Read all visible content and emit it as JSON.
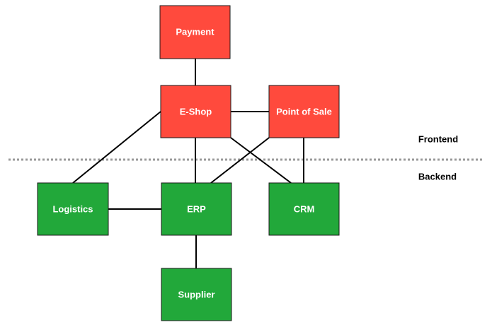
{
  "colors": {
    "frontend_node": "#ff4a3d",
    "backend_node": "#22a83a",
    "node_text": "#ffffff",
    "edge": "#000000",
    "separator": "#9a9a9a"
  },
  "zones": {
    "frontend": "Frontend",
    "backend": "Backend"
  },
  "nodes": {
    "payment": "Payment",
    "eshop": "E-Shop",
    "pos": "Point of Sale",
    "logistics": "Logistics",
    "erp": "ERP",
    "crm": "CRM",
    "supplier": "Supplier"
  },
  "edges": [
    [
      "Payment",
      "E-Shop"
    ],
    [
      "E-Shop",
      "Point of Sale"
    ],
    [
      "E-Shop",
      "Logistics"
    ],
    [
      "E-Shop",
      "ERP"
    ],
    [
      "E-Shop",
      "CRM"
    ],
    [
      "Point of Sale",
      "ERP"
    ],
    [
      "Point of Sale",
      "CRM"
    ],
    [
      "Logistics",
      "ERP"
    ],
    [
      "ERP",
      "Supplier"
    ]
  ]
}
